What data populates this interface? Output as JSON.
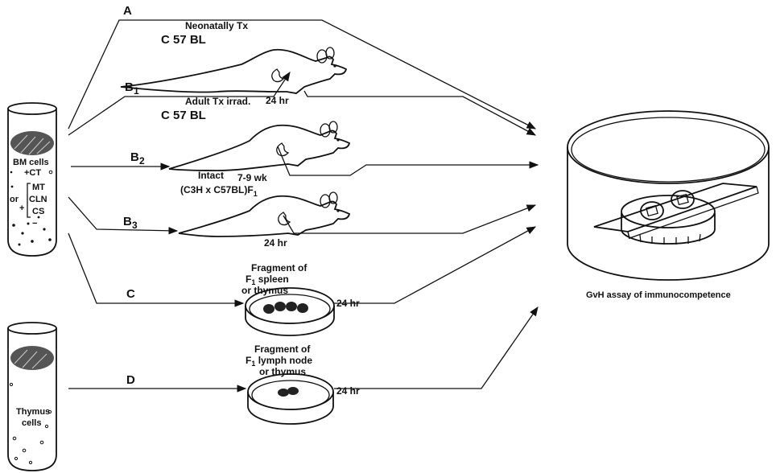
{
  "routes": {
    "a": "A",
    "b1": "B",
    "b1_sub": "1",
    "b2": "B",
    "b2_sub": "2",
    "b3": "B",
    "b3_sub": "3",
    "c": "C",
    "d": "D"
  },
  "tube1": {
    "line1": "BM cells",
    "line2": "+CT",
    "line3": "MT",
    "line4": "CLN",
    "line5": "CS",
    "or": "or",
    "plus": "+",
    "minus": "−"
  },
  "tube2": {
    "line1": "Thymus",
    "line2": "cells"
  },
  "mouse1": {
    "label1": "Neonatally Tx",
    "label2": "C 57 BL",
    "time": "24 hr"
  },
  "mouse2": {
    "label1": "Adult Tx irrad.",
    "label2": "C 57 BL",
    "time": "7-9 wk"
  },
  "mouse3": {
    "label1": "Intact",
    "label2": "(C3H x C57BL)F",
    "label2_sub": "1",
    "time": "24 hr"
  },
  "dish_c": {
    "label1": "Fragment of",
    "label2": "F",
    "label2_sub": "1",
    "label2_rest": " spleen",
    "label3": "or thymus",
    "time": "24 hr"
  },
  "dish_d": {
    "label1": "Fragment of",
    "label2": "F",
    "label2_sub": "1",
    "label2_rest": " lymph node",
    "label3": "or thymus",
    "time": "24 hr"
  },
  "assay": {
    "caption": "GvH assay of immunocompetence"
  }
}
